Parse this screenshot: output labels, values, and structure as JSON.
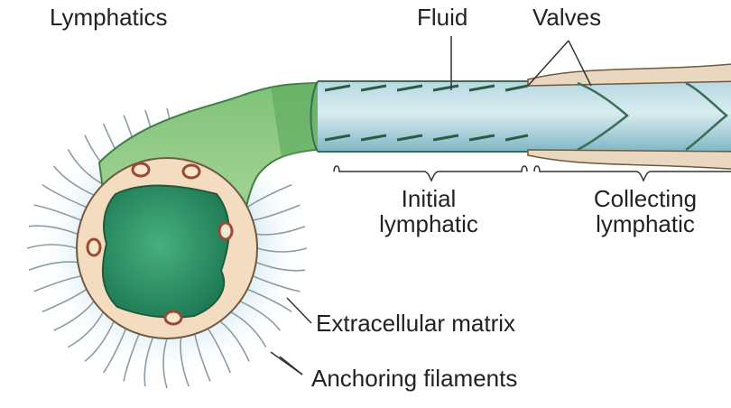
{
  "title": "Lymphatics",
  "labels": {
    "fluid": "Fluid",
    "valves": "Valves",
    "initial_line1": "Initial",
    "initial_line2": "lymphatic",
    "collecting_line1": "Collecting",
    "collecting_line2": "lymphatic",
    "extracellular_matrix": "Extracellular matrix",
    "anchoring_filaments": "Anchoring filaments"
  },
  "colors": {
    "vessel_green": "#6fb86a",
    "vessel_dark": "#3f8e4a",
    "lumen_green": "#2f9a6a",
    "lumen_blue": "#9fc6d6",
    "cell_tan": "#f3dcc0",
    "nucleus_red": "#b05a3c",
    "matrix_blue": "#c9e3ec",
    "filament_gray": "#8a9aa3"
  }
}
